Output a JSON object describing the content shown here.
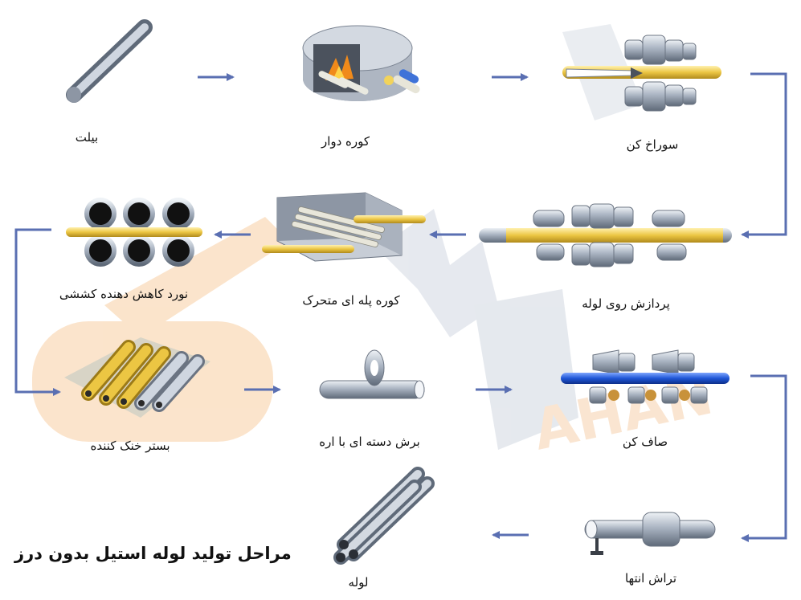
{
  "title": "مراحل تولید لوله استیل بدون درز",
  "watermark": "AHAN",
  "colors": {
    "arrow": "#5a6fb2",
    "pipe_yellow": "#ecc643",
    "pipe_blue": "#1f56d6",
    "steel": "#aab4c2",
    "watermark": "#f4c79a"
  },
  "steps": [
    {
      "label": "بیلت",
      "icon": "billet-icon"
    },
    {
      "label": "کوره دوار",
      "icon": "rotary-furnace-icon"
    },
    {
      "label": "سوراخ کن",
      "icon": "piercer-icon"
    },
    {
      "label": "پردازش روی لوله",
      "icon": "pipe-mill-icon"
    },
    {
      "label": "کوره پله ای متحرک",
      "icon": "walking-beam-furnace-icon"
    },
    {
      "label": "نورد کاهش دهنده کششی",
      "icon": "stretch-reducing-mill-icon"
    },
    {
      "label": "بستر خنک کننده",
      "icon": "cooling-bed-icon"
    },
    {
      "label": "برش دسته ای با اره",
      "icon": "saw-cutting-icon"
    },
    {
      "label": "صاف کن",
      "icon": "straightener-icon"
    },
    {
      "label": "تراش انتها",
      "icon": "end-facing-icon"
    },
    {
      "label": "لوله",
      "icon": "finished-pipe-icon"
    }
  ]
}
